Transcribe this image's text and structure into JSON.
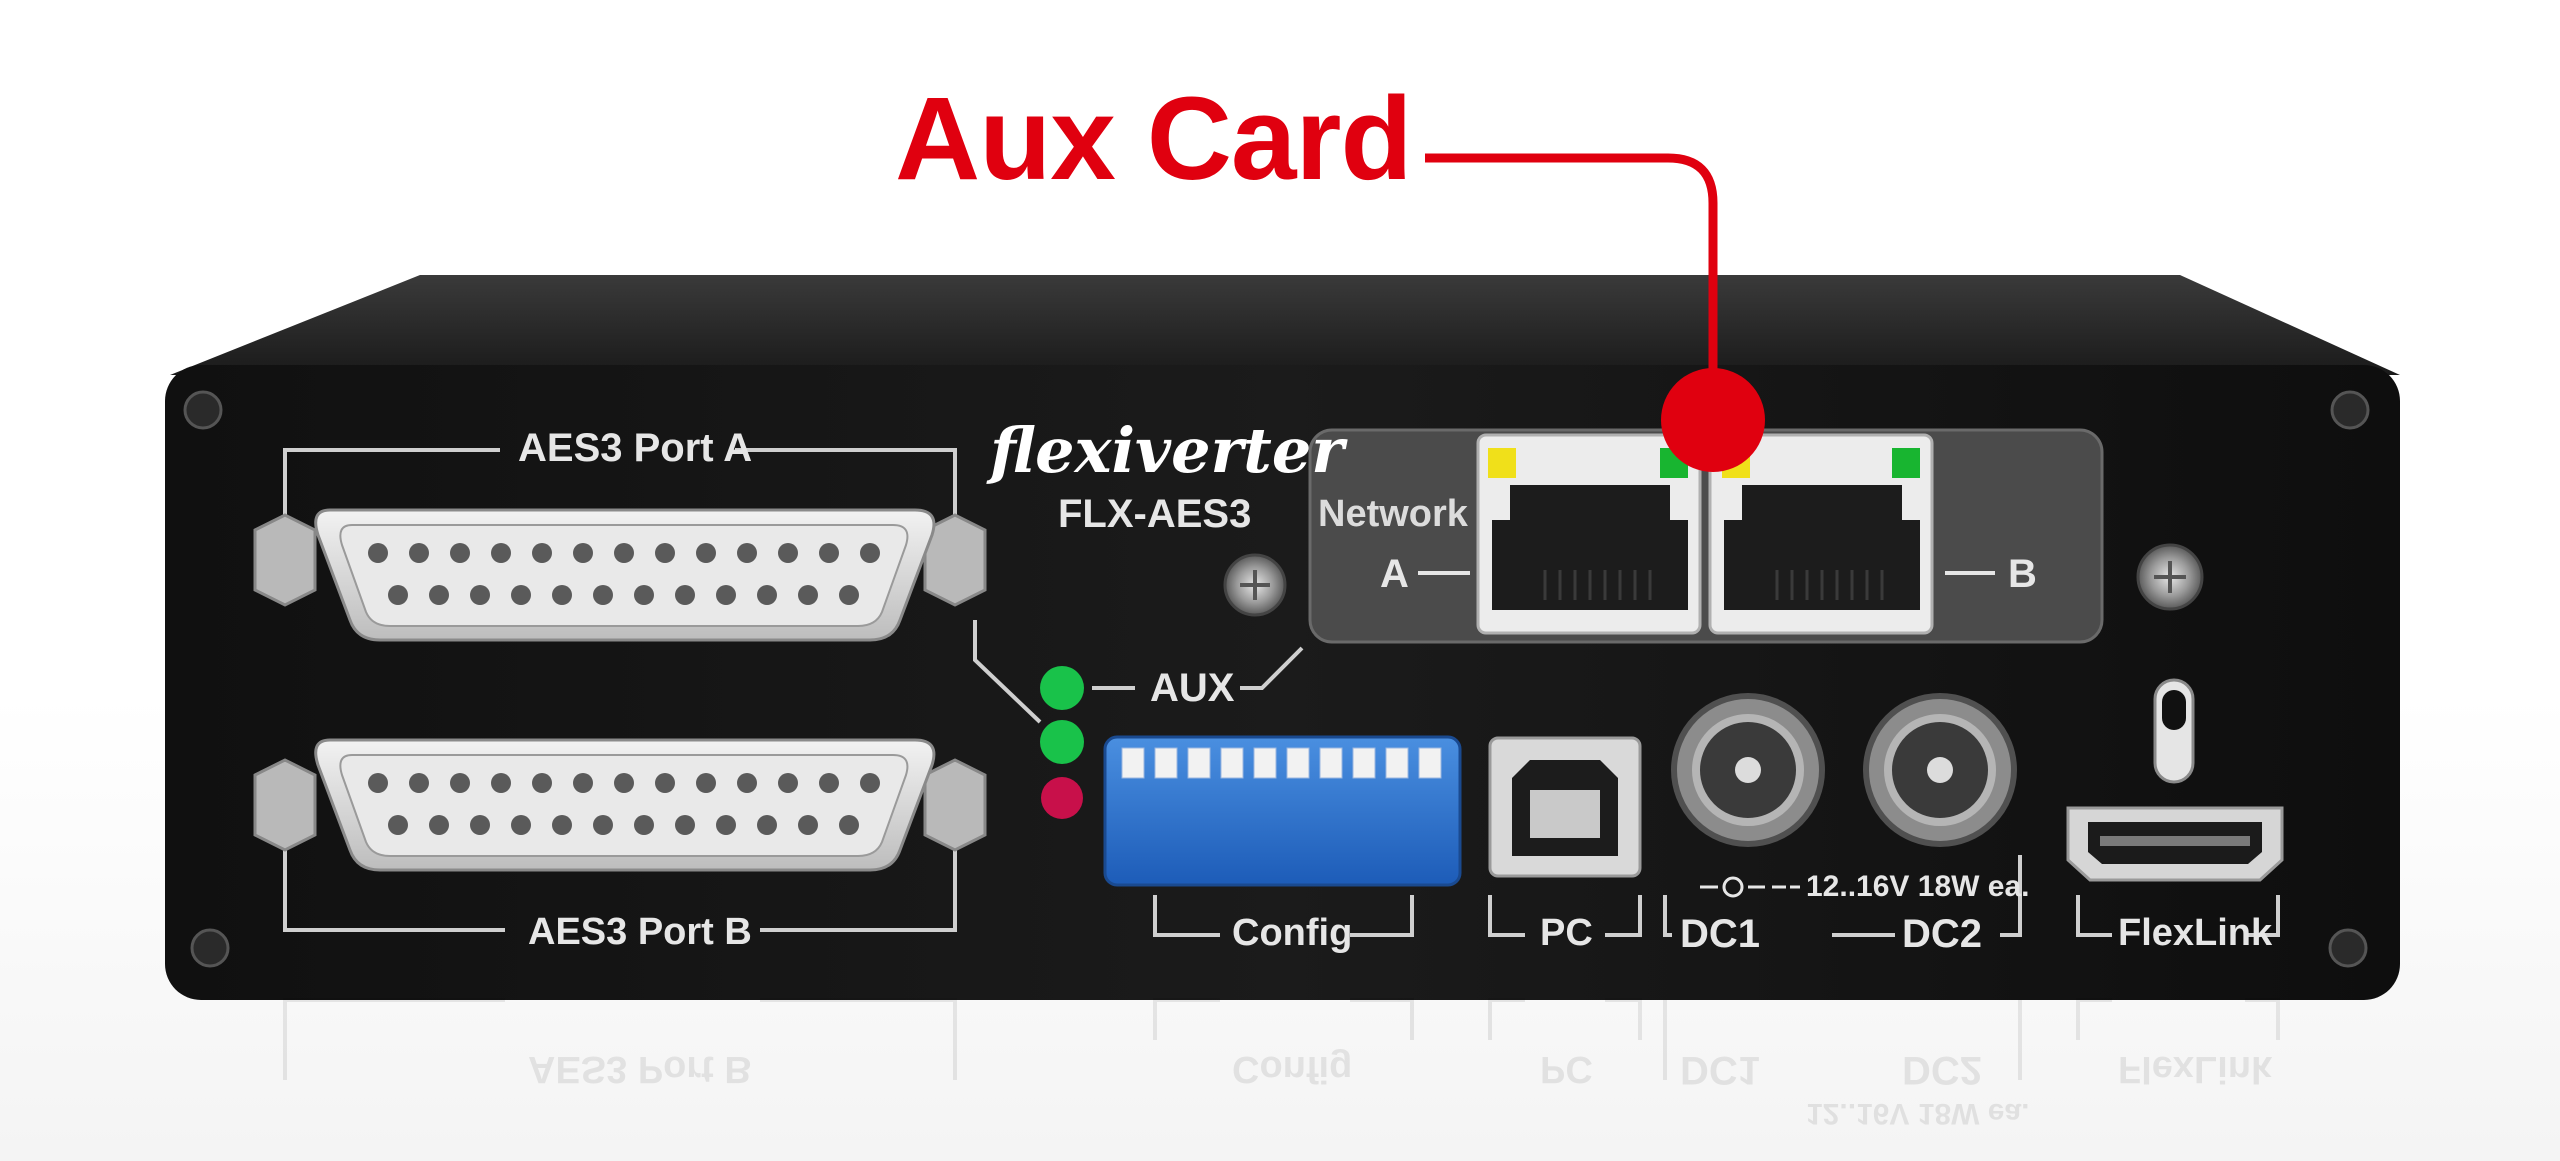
{
  "callout": {
    "title": "Aux Card",
    "color": "#e0000f"
  },
  "device": {
    "brand": "flexiverter",
    "model": "FLX-AES3",
    "body_color": "#141414",
    "aux_label": "AUX",
    "network": {
      "label": "Network",
      "port_a": "A",
      "port_b": "B"
    },
    "ports": {
      "aes3_a": "AES3 Port A",
      "aes3_b": "AES3 Port B",
      "config": "Config",
      "pc": "PC",
      "dc1": "DC1",
      "dc2": "DC2",
      "power_spec": "12..16V 18W ea.",
      "flexlink": "FlexLink"
    },
    "leds": {
      "green": "#19c24a",
      "red": "#c8104a"
    }
  }
}
